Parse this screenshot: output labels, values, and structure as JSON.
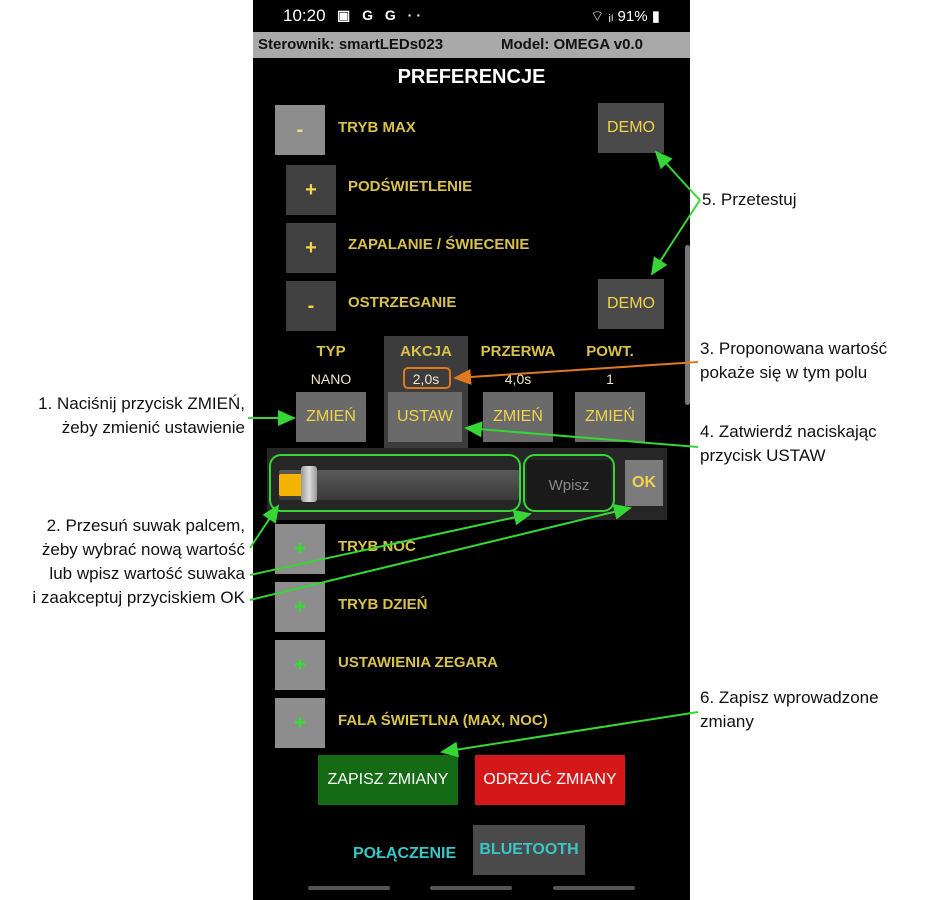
{
  "status": {
    "time": "10:20",
    "icons": "▣ G G ··",
    "right": "⌔ ᵢₗ 91% ▮"
  },
  "titlebar": {
    "controller": "Sterownik: smartLEDs023",
    "model": "Model: OMEGA v0.0"
  },
  "page_title": "PREFERENCJE",
  "modes": [
    {
      "sign": "-",
      "label": "TRYB MAX",
      "demo": "DEMO"
    },
    {
      "sign": "+",
      "label": "PODŚWIETLENIE"
    },
    {
      "sign": "+",
      "label": "ZAPALANIE / ŚWIECENIE"
    },
    {
      "sign": "-",
      "label": "OSTRZEGANIE",
      "demo": "DEMO"
    }
  ],
  "columns": [
    {
      "header": "TYP",
      "value": "NANO",
      "button": "ZMIEŃ"
    },
    {
      "header": "AKCJA",
      "value": "2,0s",
      "button": "USTAW"
    },
    {
      "header": "PRZERWA",
      "value": "4,0s",
      "button": "ZMIEŃ"
    },
    {
      "header": "POWT.",
      "value": "1",
      "button": "ZMIEŃ"
    }
  ],
  "slider": {
    "value_fraction": 0.1,
    "input_placeholder": "Wpisz",
    "ok_label": "OK"
  },
  "lower_modes": [
    {
      "sign": "+",
      "label": "TRYB NOC"
    },
    {
      "sign": "+",
      "label": "TRYB DZIEŃ"
    },
    {
      "sign": "+",
      "label": "USTAWIENIA ZEGARA"
    },
    {
      "sign": "+",
      "label": "FALA ŚWIETLNA (MAX, NOC)"
    }
  ],
  "actions": {
    "save": "ZAPISZ ZMIANY",
    "discard": "ODRZUĆ ZMIANY"
  },
  "connection": {
    "label": "POŁĄCZENIE",
    "button": "BLUETOOTH"
  },
  "annotations": {
    "a1": [
      "1. Naciśnij przycisk ZMIEŃ,",
      "żeby zmienić ustawienie"
    ],
    "a2": [
      "2. Przesuń suwak palcem,",
      "żeby wybrać nową wartość",
      "lub wpisz wartość suwaka",
      "i zaakceptuj przyciskiem OK"
    ],
    "a3": [
      "3. Proponowana wartość",
      "pokaże się w tym polu"
    ],
    "a4": [
      "4. Zatwierdź naciskając",
      "przycisk USTAW"
    ],
    "a5": "5. Przetestuj",
    "a6": [
      "6. Zapisz wprowadzone",
      "zmiany"
    ]
  },
  "colors": {
    "accent_yellow": "#f2d44a",
    "highlight_green": "#35d635",
    "highlight_orange": "#e2781e",
    "save_green": "#156b15",
    "discard_red": "#d41818"
  }
}
